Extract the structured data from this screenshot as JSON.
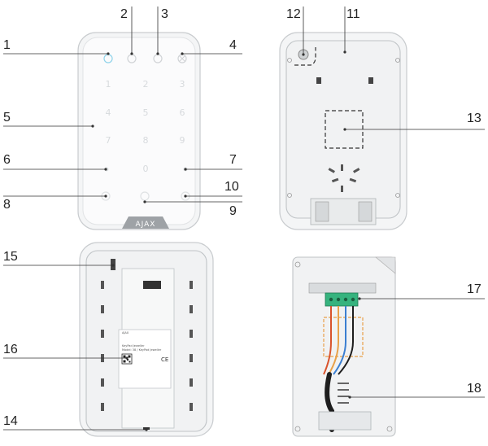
{
  "brand": "AJAX",
  "keypad_keys": [
    "1",
    "2",
    "3",
    "4",
    "5",
    "6",
    "7",
    "8",
    "9",
    "0"
  ],
  "sticker": {
    "brand": "AJAX",
    "product_line_1": "KeyPad Jeweller",
    "product_line_2": "Model: 38 / KeyPad Jeweller"
  },
  "callouts": [
    "1",
    "2",
    "3",
    "4",
    "5",
    "6",
    "7",
    "8",
    "9",
    "10",
    "11",
    "12",
    "13",
    "14",
    "15",
    "16",
    "17",
    "18"
  ],
  "wire_colors": {
    "red": "#d9532c",
    "orange": "#e8a14a",
    "blue": "#3b7fd1",
    "black": "#1e1e1e",
    "terminal_green": "#36b37e"
  },
  "icons": [
    "led-indicator-icon",
    "qr-code-icon",
    "ce-mark-icon",
    "tamper-button-icon"
  ]
}
